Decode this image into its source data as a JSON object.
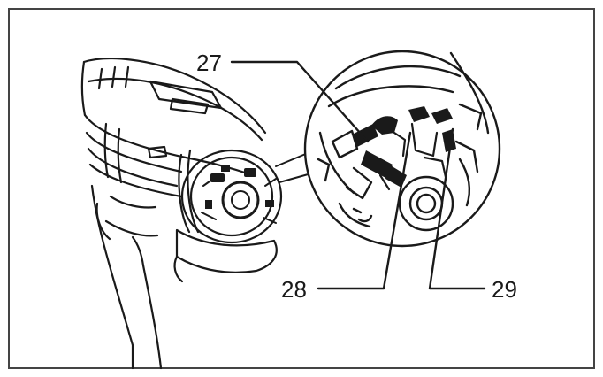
{
  "callouts": {
    "label_27": "27",
    "label_28": "28",
    "label_29": "29"
  },
  "colors": {
    "ink": "#1a1a1a",
    "frame": "#444444",
    "background": "#ffffff"
  }
}
